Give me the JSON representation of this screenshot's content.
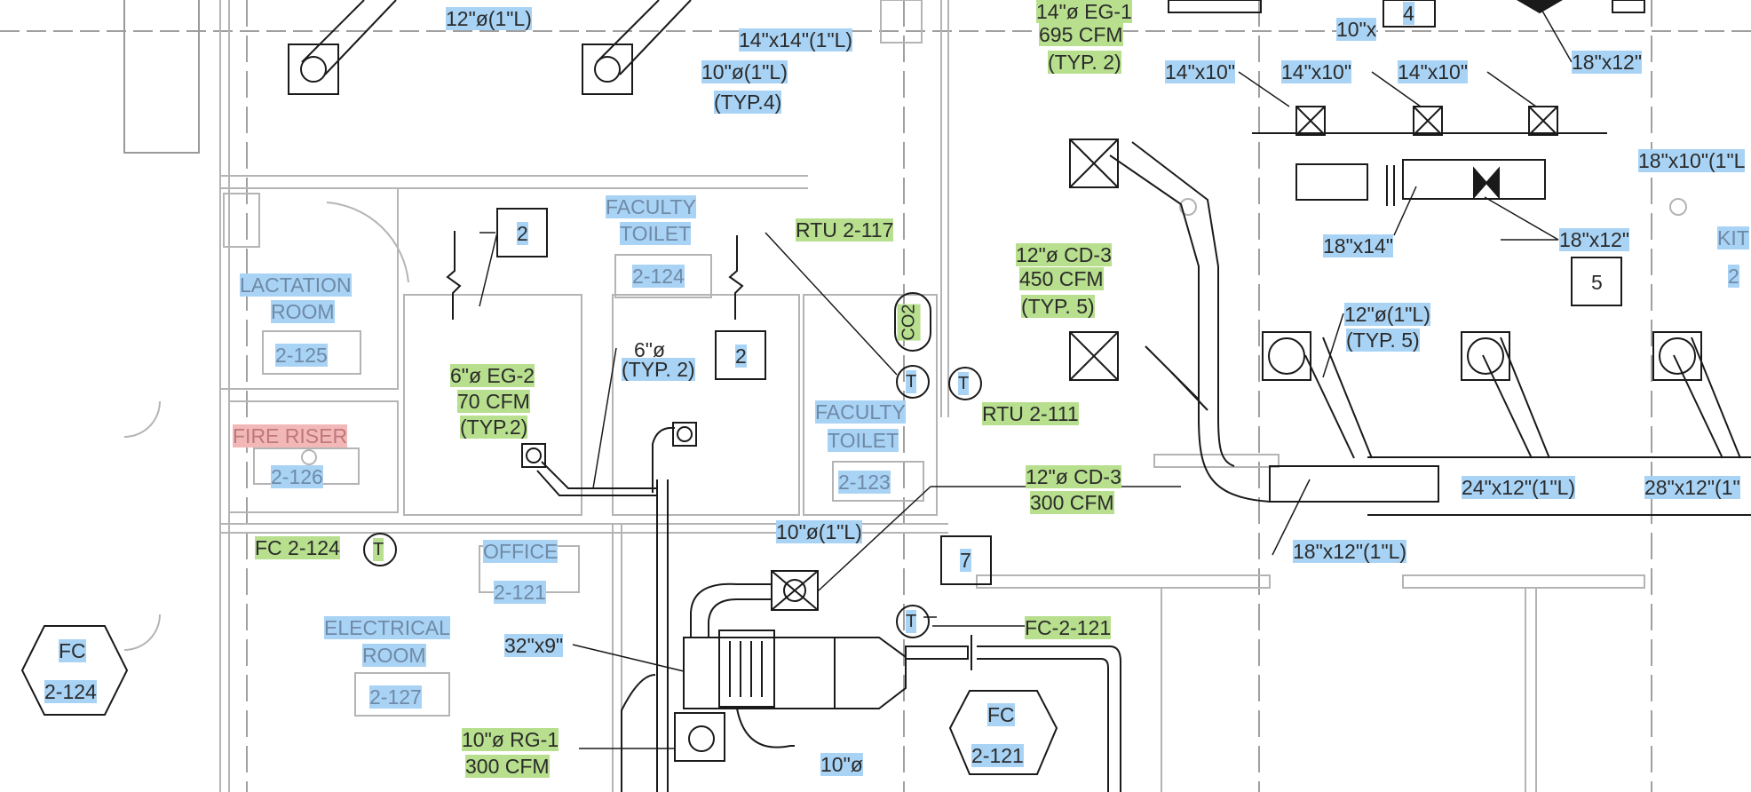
{
  "colors": {
    "highlight_blue": "#a9d3f5",
    "highlight_green": "#b7df8d",
    "highlight_red": "#f2b8b8",
    "linework": "#1a1a1a",
    "faint_linework": "#a8a8a8"
  },
  "rooms": {
    "faculty_toilet_a": {
      "name_1": "FACULTY",
      "name_2": "TOILET",
      "number": "2-124"
    },
    "lactation": {
      "name_1": "LACTATION",
      "name_2": "ROOM",
      "number": "2-125"
    },
    "fire_riser": {
      "name": "FIRE RISER",
      "number": "2-126"
    },
    "faculty_toilet_b": {
      "name_1": "FACULTY",
      "name_2": "TOILET",
      "number": "2-123"
    },
    "office": {
      "name": "OFFICE",
      "number": "2-121"
    },
    "electrical": {
      "name_1": "ELECTRICAL",
      "name_2": "ROOM",
      "number": "2-127"
    },
    "kit_partial": {
      "name": "KIT",
      "number": "2"
    }
  },
  "tags": {
    "fc_2124_hex": {
      "line_1": "FC",
      "line_2": "2-124"
    },
    "fc_2121_hex": {
      "line_1": "FC",
      "line_2": "2-121"
    },
    "keynote_2a": "2",
    "keynote_2b": "2",
    "keynote_4": "4",
    "keynote_5": "5",
    "keynote_7": "7",
    "thermostat": "T",
    "co2": "CO2"
  },
  "duct_labels": {
    "d_12dia_1L": "12\"ø(1\"L)",
    "d_14x14": "14\"x14\"(1\"L)",
    "d_10dia_typ4_1": "10\"ø(1\"L)",
    "d_10dia_typ4_2": "(TYP.4)",
    "d_10x": "10\"x",
    "d_14x10_a": "14\"x10\"",
    "d_14x10_b": "14\"x10\"",
    "d_14x10_c": "14\"x10\"",
    "d_18x12_a": "18\"x12\"",
    "d_18x10": "18\"x10\"(1\"L",
    "d_18x14": "18\"x14\"",
    "d_18x12_b": "18\"x12\"",
    "d_12dia_typ5_1": "12\"ø(1\"L)",
    "d_12dia_typ5_2": "(TYP. 5)",
    "d_6dia_1": "6\"ø",
    "d_6dia_2": "(TYP. 2)",
    "d_24x12": "24\"x12\"(1\"L)",
    "d_28x12": "28\"x12\"(1\"",
    "d_18x12_1L": "18\"x12\"(1\"L)",
    "d_10dia_1L": "10\"ø(1\"L)",
    "d_32x9": "32\"x9\"",
    "d_10dia": "10\"ø"
  },
  "equipment_labels": {
    "eg1_1": "14\"ø EG-1",
    "eg1_2": "695 CFM",
    "eg1_3": "(TYP. 2)",
    "rtu_2117": "RTU 2-117",
    "cd3_450_1": "12\"ø CD-3",
    "cd3_450_2": "450 CFM",
    "cd3_450_3": "(TYP. 5)",
    "eg2_1": "6\"ø EG-2",
    "eg2_2": "70 CFM",
    "eg2_3": "(TYP.2)",
    "rtu_2111": "RTU 2-111",
    "cd3_300_1": "12\"ø CD-3",
    "cd3_300_2": "300 CFM",
    "fc_2124": "FC 2-124",
    "fc_2121": "FC-2-121",
    "rg1_1": "10\"ø RG-1",
    "rg1_2": "300 CFM"
  }
}
